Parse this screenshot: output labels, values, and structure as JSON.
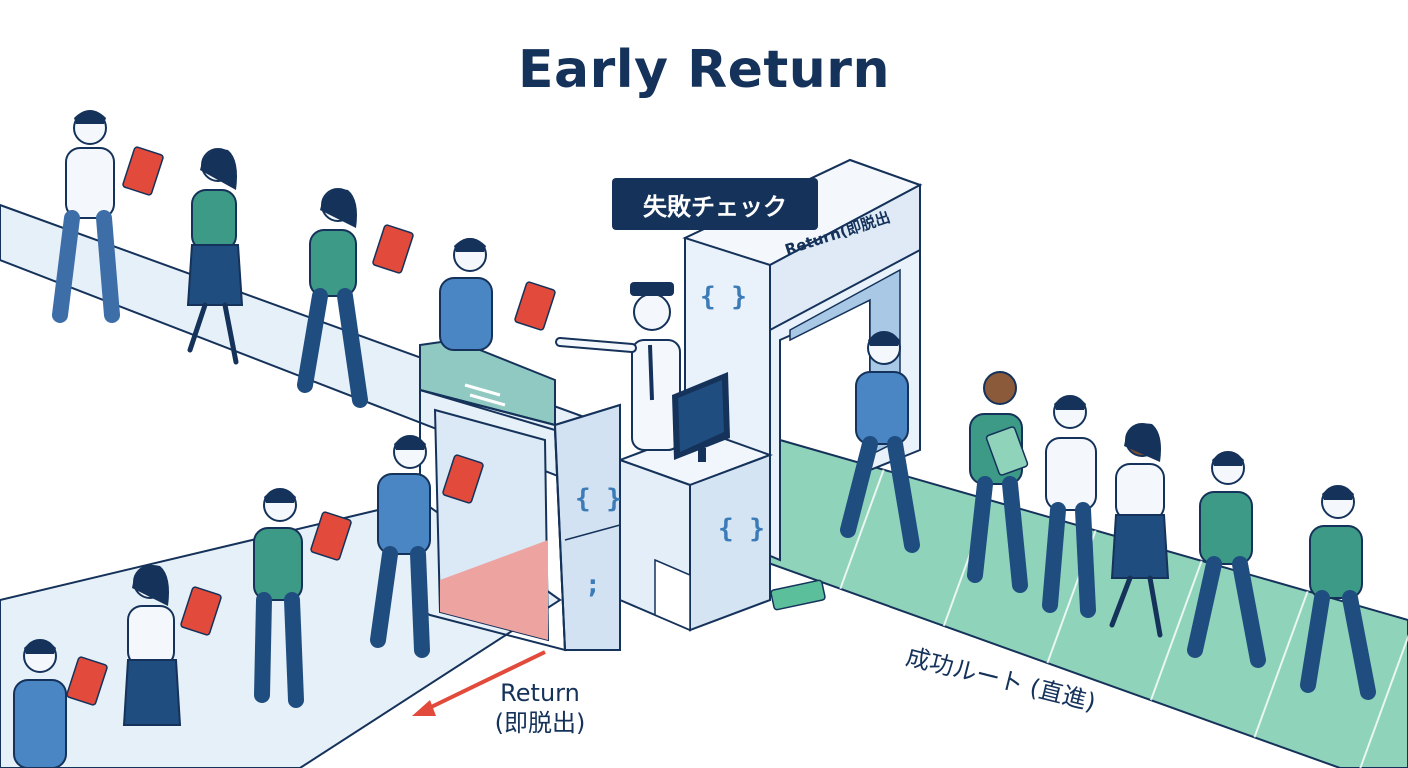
{
  "title": "Early Return",
  "check_label": "失敗チェック",
  "gate_label": "Return(即脱出",
  "exit_caption": {
    "line1": "Return",
    "line2": "(即脱出)"
  },
  "success_caption": "成功ルート (直進)",
  "code_symbols": {
    "brace": "{ }",
    "semicolon": ";"
  },
  "colors": {
    "navy": "#15325a",
    "failure_red": "#e24a3b",
    "success_green": "#5bbf9c",
    "lane_blue": "#e5eff7",
    "shirt_blue": "#4a85c4",
    "shirt_teal": "#3d9a86"
  }
}
